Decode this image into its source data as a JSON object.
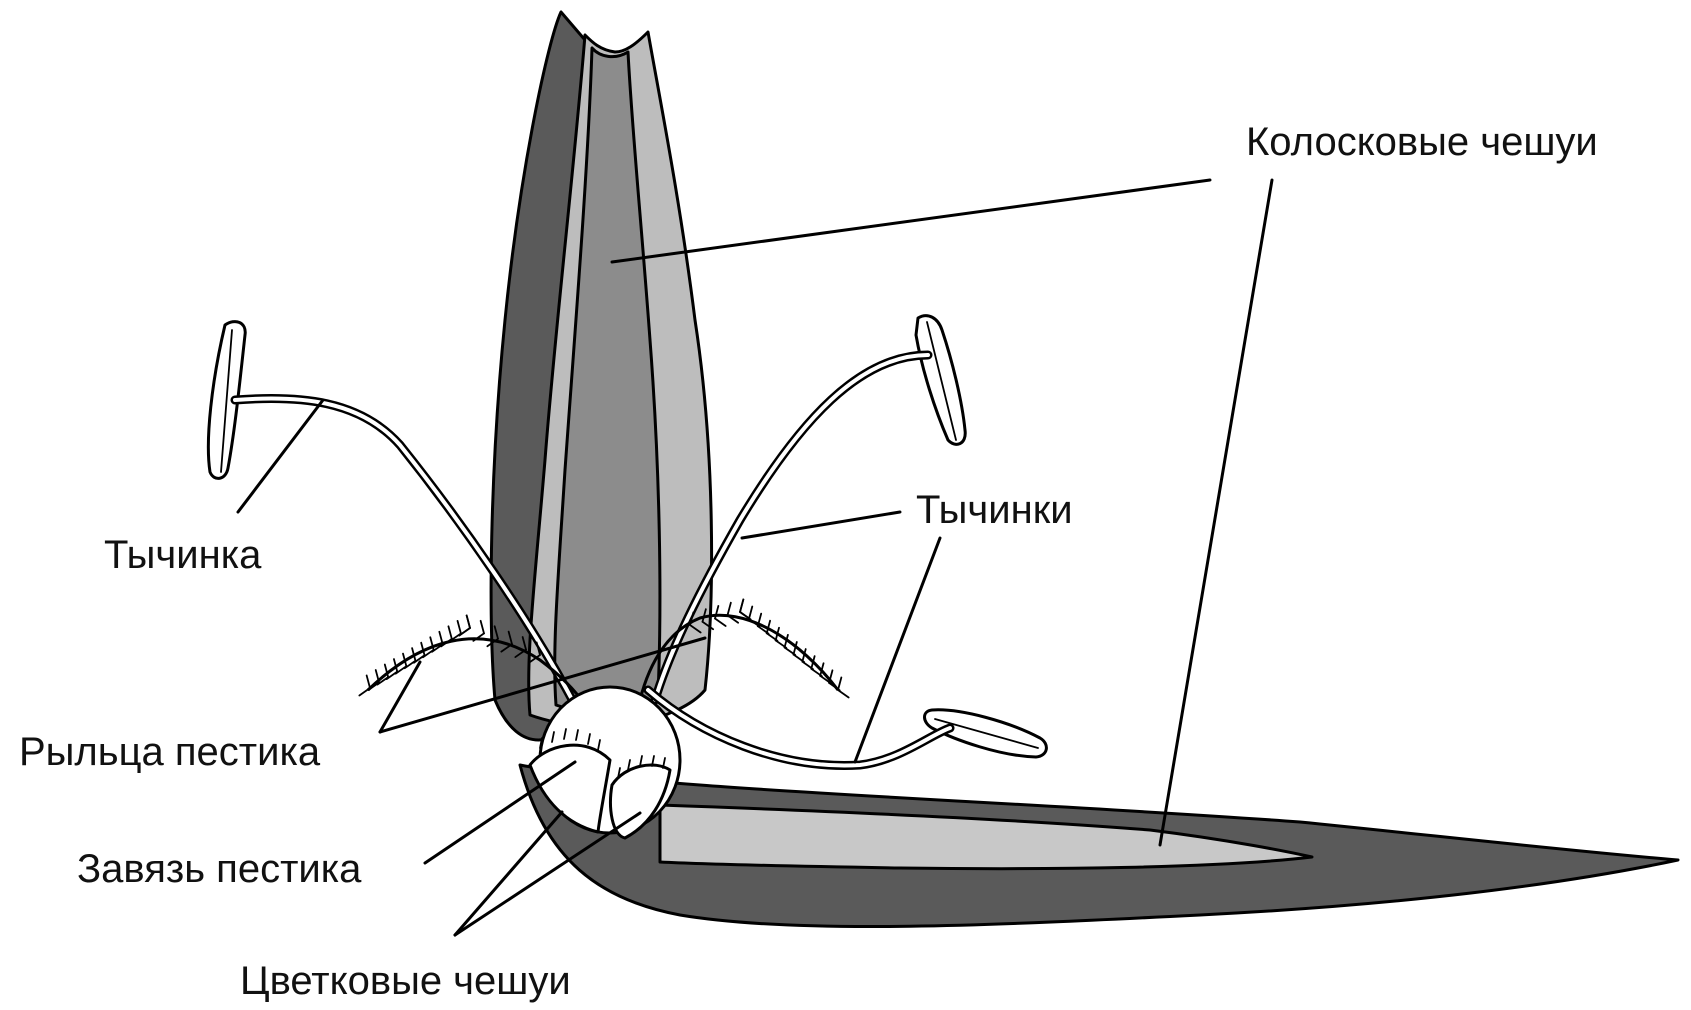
{
  "labels": {
    "glumes": "Колосковые чешуи",
    "stamen": "Тычинка",
    "stamens": "Тычинки",
    "stigmas": "Рыльца пестика",
    "ovary": "Завязь пестика",
    "lemmas": "Цветковые чешуи"
  },
  "colors": {
    "dark_gray": "#5a5a5a",
    "mid_gray": "#8c8c8c",
    "light_gray": "#bdbdbd",
    "pale_gray": "#c8c8c8",
    "white": "#ffffff",
    "line": "#000000"
  }
}
